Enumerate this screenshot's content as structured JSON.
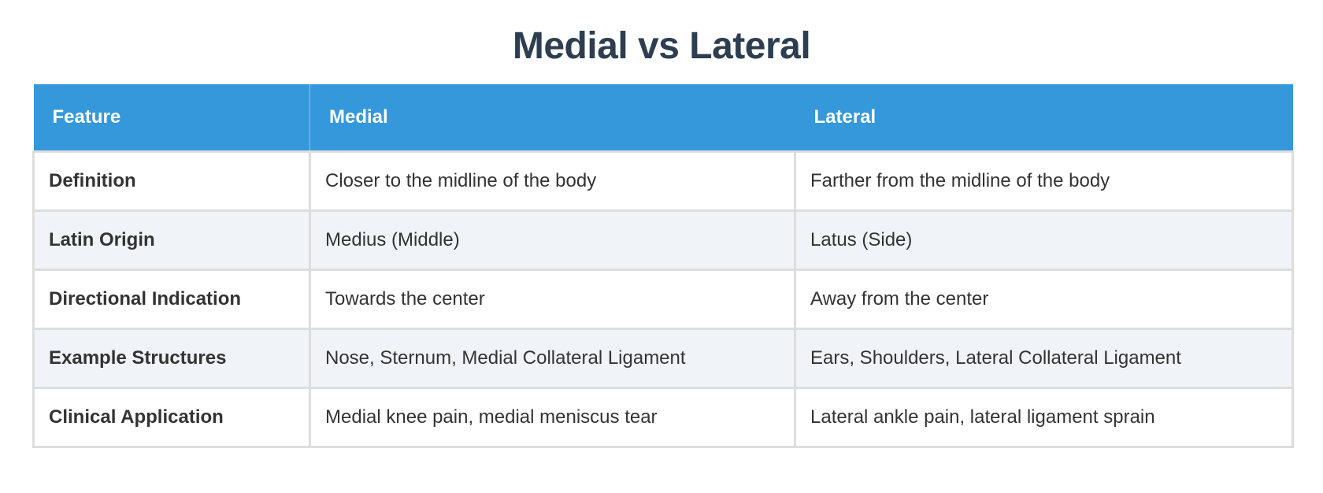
{
  "page": {
    "title": "Medial vs Lateral"
  },
  "colors": {
    "title": "#2c3e50",
    "header_bg": "#3498db",
    "header_text": "#ffffff",
    "row_alt_bg": "#f0f4f8",
    "border": "#dddddd",
    "text": "#333333"
  },
  "table": {
    "headers": [
      "Feature",
      "Medial",
      "Lateral"
    ],
    "rows": [
      {
        "feature": "Definition",
        "medial": "Closer to the midline of the body",
        "lateral": "Farther from the midline of the body"
      },
      {
        "feature": "Latin Origin",
        "medial": "Medius (Middle)",
        "lateral": "Latus (Side)"
      },
      {
        "feature": "Directional Indication",
        "medial": "Towards the center",
        "lateral": "Away from the center"
      },
      {
        "feature": "Example Structures",
        "medial": "Nose, Sternum, Medial Collateral Ligament",
        "lateral": "Ears, Shoulders, Lateral Collateral Ligament"
      },
      {
        "feature": "Clinical Application",
        "medial": "Medial knee pain, medial meniscus tear",
        "lateral": "Lateral ankle pain, lateral ligament sprain"
      }
    ]
  }
}
